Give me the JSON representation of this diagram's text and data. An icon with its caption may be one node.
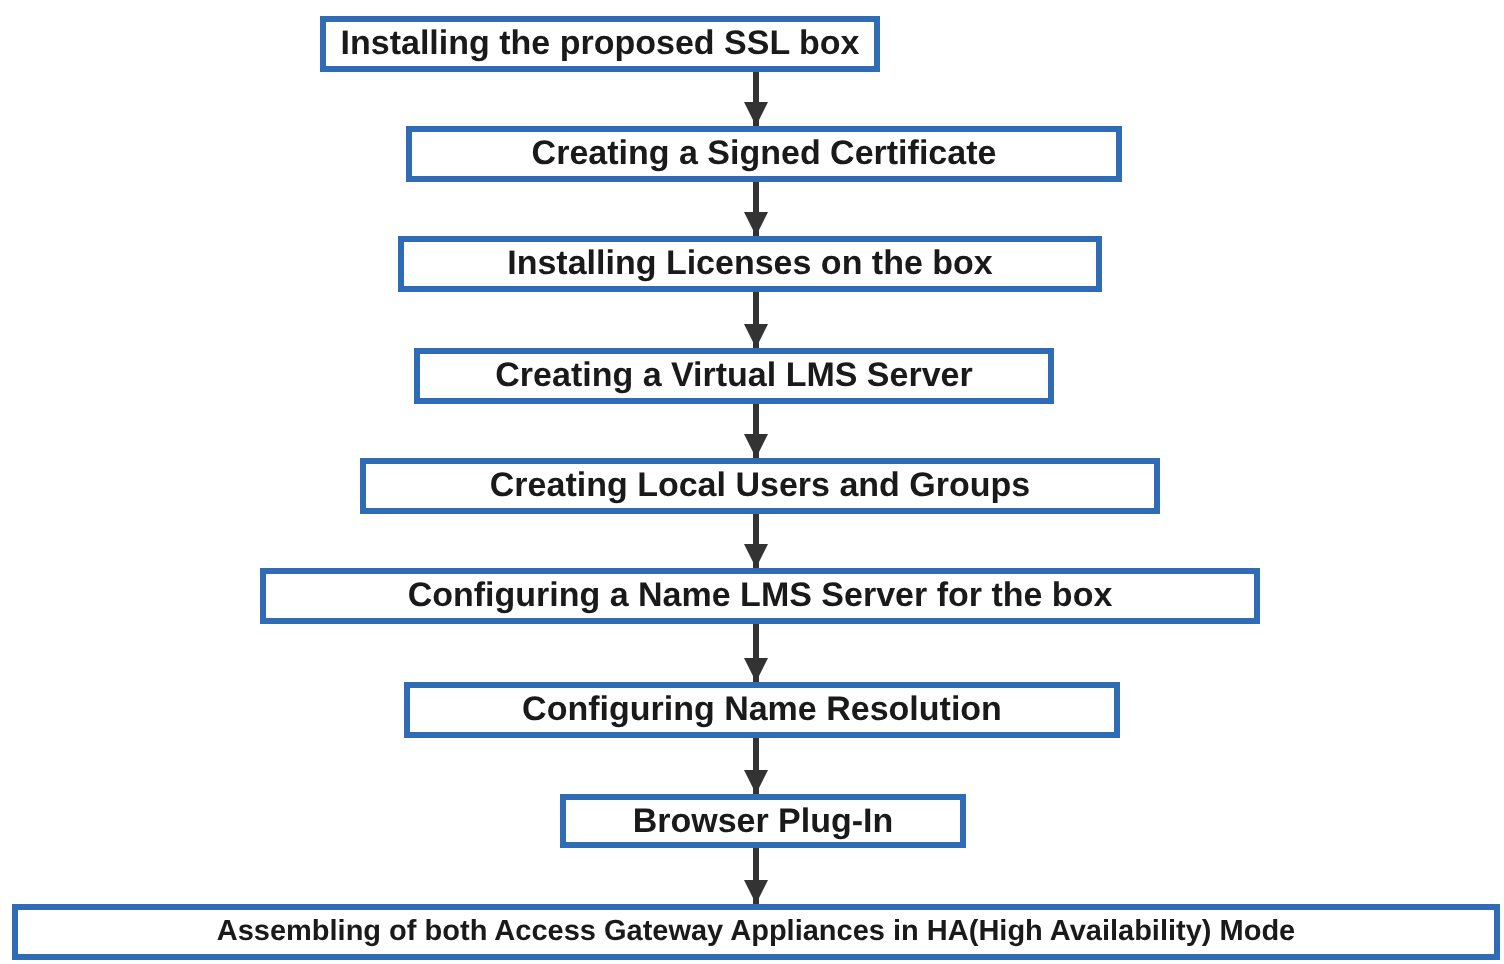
{
  "diagram": {
    "nodes": [
      {
        "text": [
          "Installing the proposed SSL box"
        ]
      },
      {
        "text": [
          "Creating a Signed Certificate"
        ]
      },
      {
        "text": [
          "Installing Licenses on the box"
        ]
      },
      {
        "text": [
          "Creating a Virtual LMS Server"
        ]
      },
      {
        "text": [
          "Creating Local Users and Groups"
        ]
      },
      {
        "text": [
          "Configuring a Name LMS Server for the box"
        ]
      },
      {
        "text": [
          "Configuring Name Resolution"
        ]
      },
      {
        "text": [
          "Browser Plug-In"
        ]
      },
      {
        "text": [
          "Assembling of both Access Gateway Appliances in HA(High Availability) Mode"
        ]
      }
    ],
    "edges": [
      {
        "from": 0,
        "to": 1,
        "arrow": "to"
      },
      {
        "from": 1,
        "to": 2,
        "arrow": "to"
      },
      {
        "from": 2,
        "to": 3,
        "arrow": "to"
      },
      {
        "from": 3,
        "to": 4,
        "arrow": "to"
      },
      {
        "from": 4,
        "to": 5,
        "arrow": "to"
      },
      {
        "from": 5,
        "to": 6,
        "arrow": "to"
      },
      {
        "from": 6,
        "to": 7,
        "arrow": "to"
      },
      {
        "from": 7,
        "to": 8,
        "arrow": "to"
      }
    ]
  }
}
